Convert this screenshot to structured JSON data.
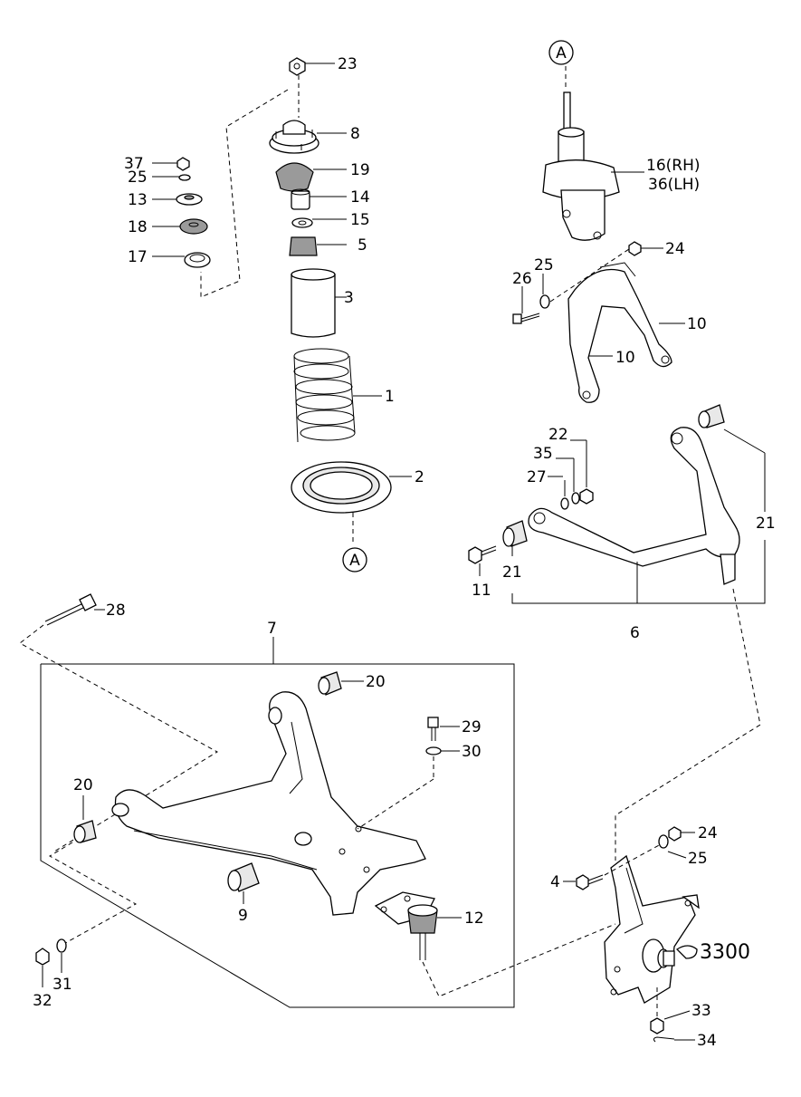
{
  "callouts": {
    "c23": "23",
    "c8": "8",
    "c37": "37",
    "c25a": "25",
    "c19": "19",
    "c13": "13",
    "c14": "14",
    "c18": "18",
    "c15": "15",
    "c5": "5",
    "c17": "17",
    "c3": "3",
    "c1": "1",
    "c2": "2",
    "cA1": "A",
    "cA2": "A",
    "c16": "16(RH)",
    "c36": "36(LH)",
    "c24a": "24",
    "c25b": "25",
    "c26": "26",
    "c10a": "10",
    "c10b": "10",
    "c22": "22",
    "c35": "35",
    "c27": "27",
    "c21a": "21",
    "c21b": "21",
    "c11": "11",
    "c6": "6",
    "c28": "28",
    "c7": "7",
    "c20a": "20",
    "c29": "29",
    "c30": "30",
    "c20b": "20",
    "c9": "9",
    "c12": "12",
    "c24b": "24",
    "c25c": "25",
    "c4": "4",
    "c3300": "3300",
    "c33": "33",
    "c34": "34",
    "c32": "32",
    "c31": "31"
  }
}
